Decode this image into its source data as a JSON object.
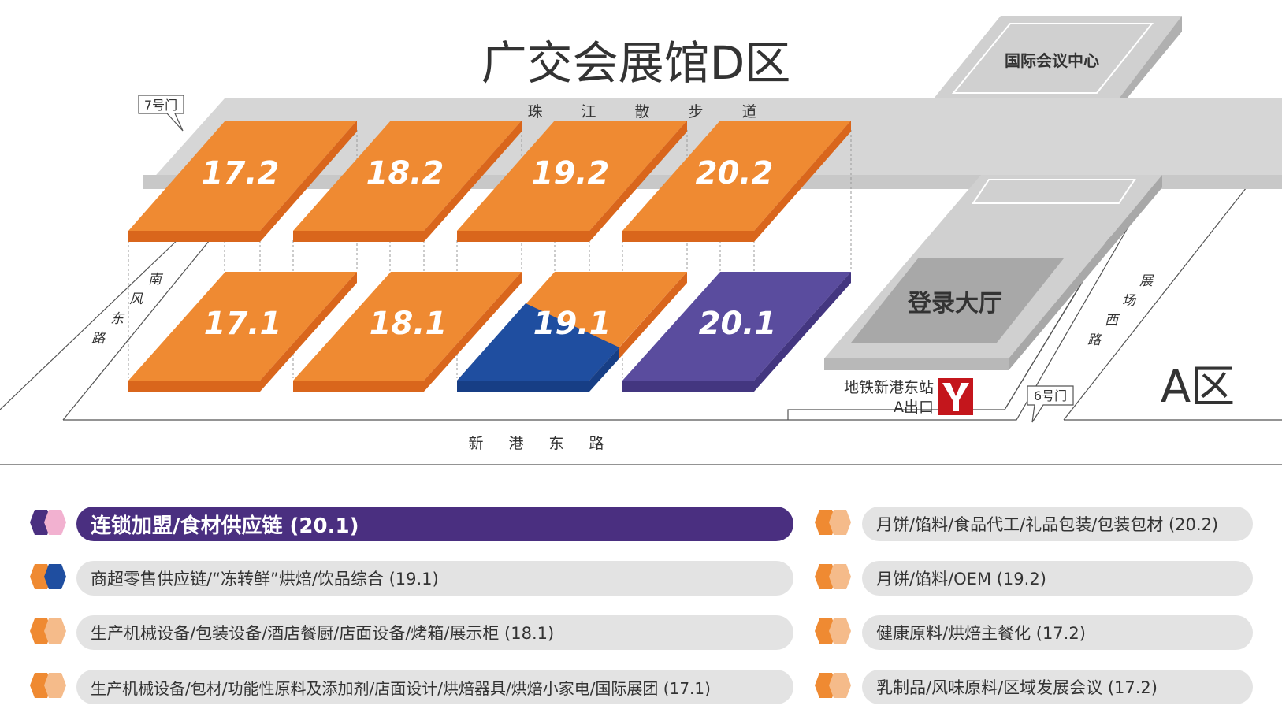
{
  "title": "广交会展馆D区",
  "roads": {
    "north": [
      "珠",
      "江",
      "散",
      "步",
      "道"
    ],
    "south": [
      "新",
      "港",
      "东",
      "路"
    ],
    "west": [
      "南",
      "风",
      "东",
      "路"
    ],
    "east": [
      "展",
      "场",
      "西",
      "路"
    ]
  },
  "gates": {
    "gate7": "7号门",
    "gate6": "6号门"
  },
  "conference_center": "国际会议中心",
  "lobby": "登录大厅",
  "metro": {
    "line1": "地铁新港东站",
    "line2": "A出口"
  },
  "zone_a": "A区",
  "halls": {
    "h172": "17.2",
    "h182": "18.2",
    "h192": "19.2",
    "h202": "20.2",
    "h171": "17.1",
    "h181": "18.1",
    "h191": "19.1",
    "h201": "20.1"
  },
  "colors": {
    "hall_top": "#ef8a32",
    "hall_side": "#d9661c",
    "blue": "#1f4ea0",
    "purple": "#5a4c9e",
    "purple_active": "#4a2f80",
    "pill_bg": "#e3e3e3",
    "hex_orange": "#ef8a32",
    "hex_peach": "#f5bb8a",
    "hex_pink": "#f2b1d0"
  },
  "legend": {
    "left": [
      {
        "text": "连锁加盟/食材供应链 (20.1)",
        "active": true
      },
      {
        "text": "商超零售供应链/“冻转鲜”烘焙/饮品综合 (19.1)"
      },
      {
        "text": "生产机械设备/包装设备/酒店餐厨/店面设备/烤箱/展示柜 (18.1)"
      },
      {
        "text": "生产机械设备/包材/功能性原料及添加剂/店面设计/烘焙器具/烘焙小家电/国际展团 (17.1)"
      }
    ],
    "right": [
      {
        "text": "月饼/馅料/食品代工/礼品包装/包装包材 (20.2)"
      },
      {
        "text": "月饼/馅料/OEM (19.2)"
      },
      {
        "text": "健康原料/烘焙主餐化 (17.2)"
      },
      {
        "text": "乳制品/风味原料/区域发展会议 (17.2)"
      }
    ]
  }
}
